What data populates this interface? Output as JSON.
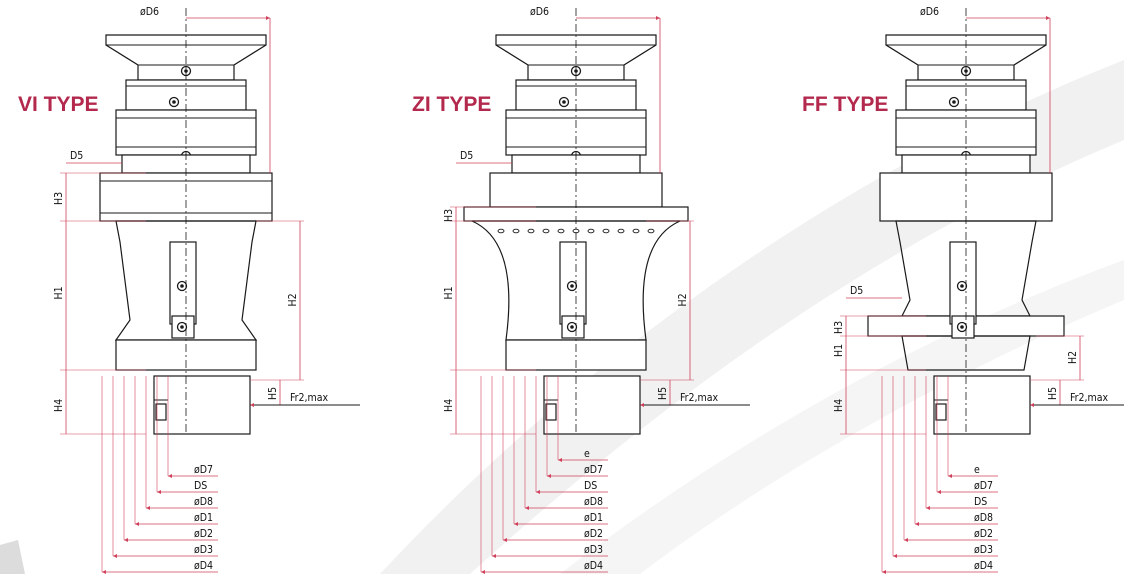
{
  "colors": {
    "accent": "#b3284d",
    "dimension_line": "#d0405a",
    "outline": "#1a1a1a"
  },
  "diagrams": [
    {
      "title": "VI TYPE",
      "top_dim": "øD6",
      "left_dims": [
        "D5",
        "H3",
        "H1",
        "H4"
      ],
      "right_dims": [
        "H2",
        "H5"
      ],
      "force_label": "Fr2,max",
      "bottom_dims": [
        "øD7",
        "DS",
        "øD8",
        "øD1",
        "øD2",
        "øD3",
        "øD4"
      ]
    },
    {
      "title": "ZI TYPE",
      "top_dim": "øD6",
      "left_dims": [
        "D5",
        "H3",
        "H1",
        "H4"
      ],
      "right_dims": [
        "H2",
        "H5"
      ],
      "force_label": "Fr2,max",
      "bottom_dims": [
        "e",
        "øD7",
        "DS",
        "øD8",
        "øD1",
        "øD2",
        "øD3",
        "øD4"
      ]
    },
    {
      "title": "FF TYPE",
      "top_dim": "øD6",
      "left_dims": [
        "D5",
        "H3",
        "H1",
        "H4"
      ],
      "right_dims": [
        "H2",
        "H5"
      ],
      "force_label": "Fr2,max",
      "bottom_dims": [
        "e",
        "øD7",
        "DS",
        "øD8",
        "øD2",
        "øD3",
        "øD4"
      ]
    }
  ]
}
